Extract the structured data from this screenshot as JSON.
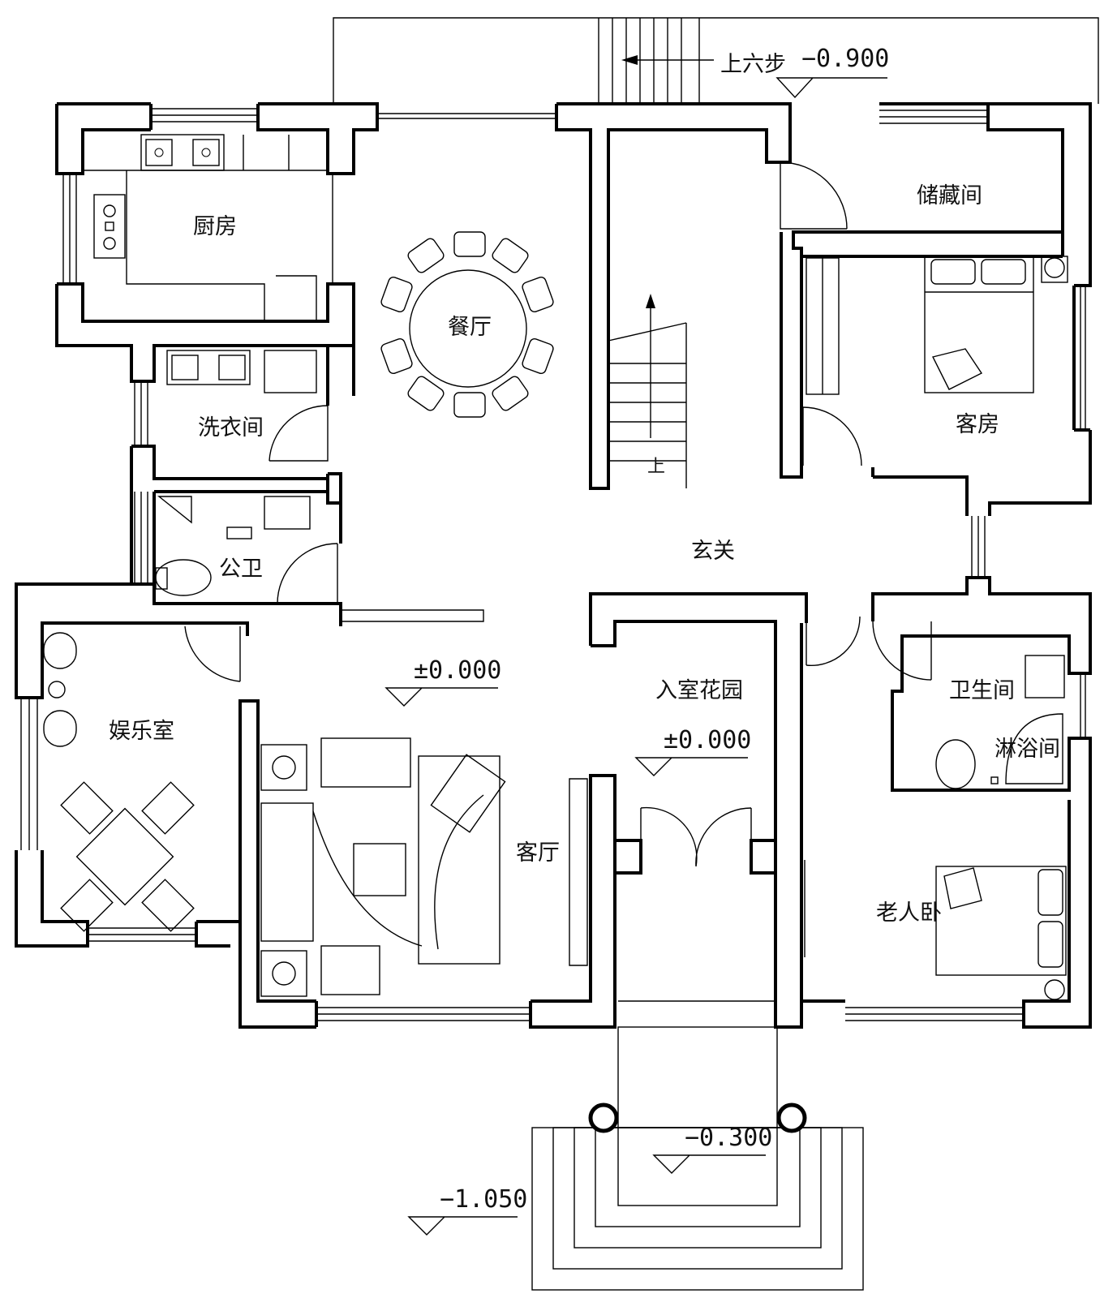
{
  "rooms": {
    "kitchen": "厨房",
    "dining": "餐厅",
    "laundry": "洗衣间",
    "public_wc": "公卫",
    "storage": "储藏间",
    "guest_room": "客房",
    "foyer": "玄关",
    "entertainment": "娱乐室",
    "living": "客厅",
    "indoor_garden": "入室花园",
    "bathroom": "卫生间",
    "shower": "淋浴间",
    "elder_bedroom": "老人卧"
  },
  "annotations": {
    "stairs_up_six": "上六步",
    "stair_up": "上"
  },
  "levels": {
    "rear_terrace": "−0.900",
    "living": "±0.000",
    "garden": "±0.000",
    "porch": "−0.300",
    "ground": "−1.050"
  }
}
